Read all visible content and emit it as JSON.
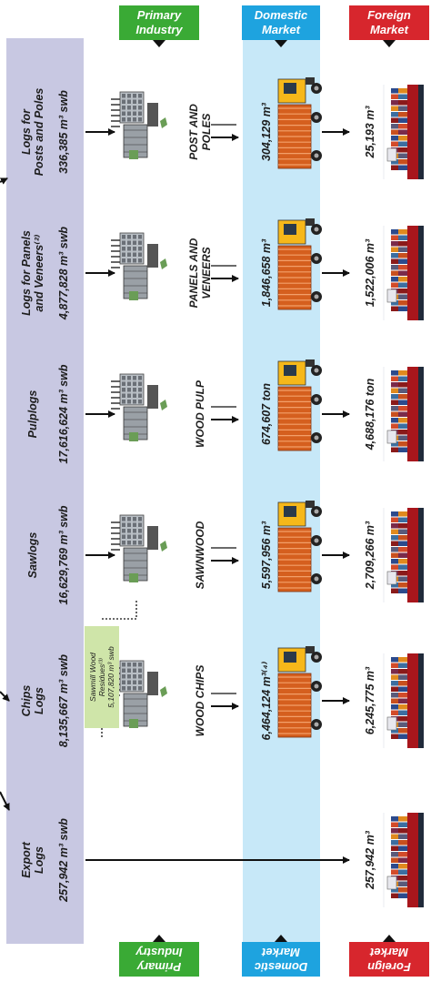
{
  "headers": {
    "primary_top": "Primary\nIndustry",
    "domestic_top": "Domestic\nMarket",
    "foreign_top": "Foreign\nMarket",
    "primary_bottom": "Primary\nIndustry",
    "domestic_bottom": "Domestic\nMarket",
    "foreign_bottom": "Foreign\nMarket"
  },
  "colors": {
    "primary": "#3aaa35",
    "domestic": "#1ea3df",
    "foreign": "#d7262d",
    "raw_band": "#c8c8e2",
    "domestic_band": "#c7e8f8",
    "residue_box": "#cfe5a9"
  },
  "rows": [
    {
      "log_label": "Logs for\nPosts and Poles",
      "log_volume": "336,385 m³ swb",
      "product": "POST AND\nPOLES",
      "domestic": "304,129 m³",
      "foreign": "25,193 m³"
    },
    {
      "log_label": "Logs for Panels\nand Veneers⁽²⁾",
      "log_volume": "4,877,828 m³ swb",
      "product": "PANELS AND\nVENEERS",
      "domestic": "1,846,658 m³",
      "foreign": "1,522,006 m³"
    },
    {
      "log_label": "Pulplogs",
      "log_volume": "17,616,624 m³ swb",
      "product": "WOOD PULP",
      "domestic": "674,607 ton",
      "foreign": "4,688,176 ton"
    },
    {
      "log_label": "Sawlogs",
      "log_volume": "16,629,769 m³ swb",
      "product": "SAWNWOOD",
      "domestic": "5,597,956 m³",
      "foreign": "2,709,266 m³"
    },
    {
      "log_label": "Chips\nLogs",
      "log_volume": "8,135,667 m³ swb",
      "product": "WOOD CHIPS",
      "domestic": "6,464,124 m³⁽⁴⁾",
      "foreign": "6,245,775 m³"
    },
    {
      "log_label": "Export\nLogs",
      "log_volume": "257,942 m³ swb",
      "product": "",
      "domestic": "",
      "foreign": "257,942 m³"
    }
  ],
  "residues": {
    "label": "Sawmill Wood\nResidues⁽³⁾",
    "value": "5,107,820 m³ swb"
  },
  "icons": {
    "mill": "sawmill-icon",
    "truck": "truck-icon",
    "ship": "cargo-ship-icon"
  }
}
